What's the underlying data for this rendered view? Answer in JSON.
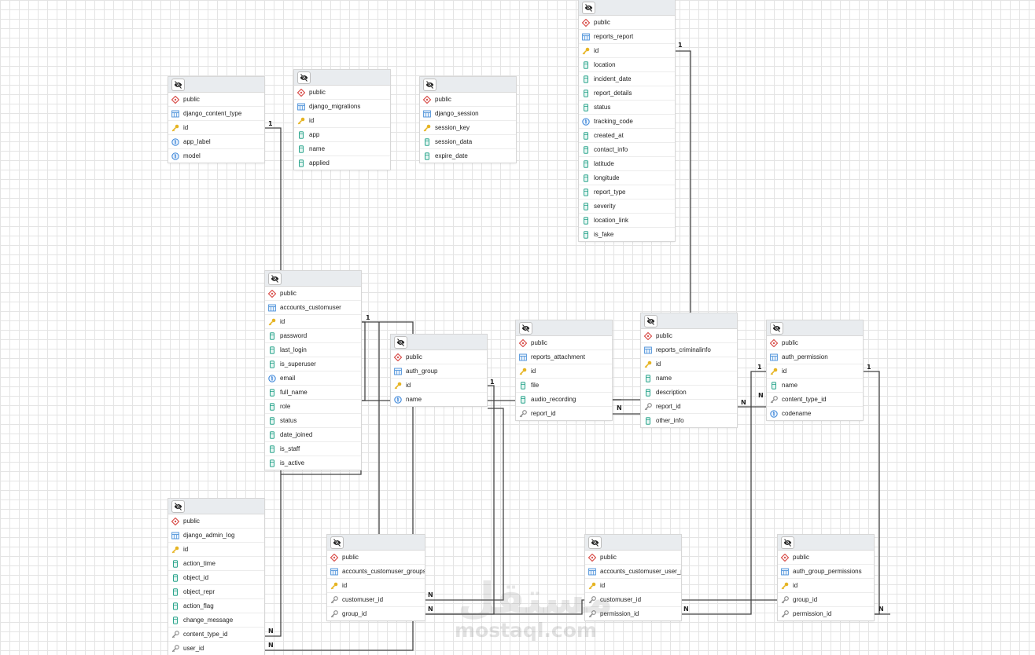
{
  "colors": {
    "grid": "#e4e4e4",
    "header": "#e9ecef",
    "line": "#444444",
    "schema_icon": "#d9534f",
    "table_icon": "#4a90d9",
    "key_icon": "#e6b422",
    "column_icon": "#2ca58d",
    "unique_icon": "#2a7bd5",
    "fk_icon": "#888888"
  },
  "watermark": {
    "arabic": "مستقل",
    "latin": "mostaql.com"
  },
  "tables": [
    {
      "schema": "public",
      "name": "django_content_type",
      "columns": [
        {
          "name": "id",
          "icon": "key-icon"
        },
        {
          "name": "app_label",
          "icon": "unique-icon"
        },
        {
          "name": "model",
          "icon": "unique-icon"
        }
      ]
    },
    {
      "schema": "public",
      "name": "django_migrations",
      "columns": [
        {
          "name": "id",
          "icon": "key-icon"
        },
        {
          "name": "app",
          "icon": "column-icon"
        },
        {
          "name": "name",
          "icon": "column-icon"
        },
        {
          "name": "applied",
          "icon": "column-icon"
        }
      ]
    },
    {
      "schema": "public",
      "name": "django_session",
      "columns": [
        {
          "name": "session_key",
          "icon": "key-icon"
        },
        {
          "name": "session_data",
          "icon": "column-icon"
        },
        {
          "name": "expire_date",
          "icon": "column-icon"
        }
      ]
    },
    {
      "schema": "public",
      "name": "reports_report",
      "columns": [
        {
          "name": "id",
          "icon": "key-icon"
        },
        {
          "name": "location",
          "icon": "column-icon"
        },
        {
          "name": "incident_date",
          "icon": "column-icon"
        },
        {
          "name": "report_details",
          "icon": "column-icon"
        },
        {
          "name": "status",
          "icon": "column-icon"
        },
        {
          "name": "tracking_code",
          "icon": "unique-icon"
        },
        {
          "name": "created_at",
          "icon": "column-icon"
        },
        {
          "name": "contact_info",
          "icon": "column-icon"
        },
        {
          "name": "latitude",
          "icon": "column-icon"
        },
        {
          "name": "longitude",
          "icon": "column-icon"
        },
        {
          "name": "report_type",
          "icon": "column-icon"
        },
        {
          "name": "severity",
          "icon": "column-icon"
        },
        {
          "name": "location_link",
          "icon": "column-icon"
        },
        {
          "name": "is_fake",
          "icon": "column-icon"
        }
      ]
    },
    {
      "schema": "public",
      "name": "accounts_customuser",
      "columns": [
        {
          "name": "id",
          "icon": "key-icon"
        },
        {
          "name": "password",
          "icon": "column-icon"
        },
        {
          "name": "last_login",
          "icon": "column-icon"
        },
        {
          "name": "is_superuser",
          "icon": "column-icon"
        },
        {
          "name": "email",
          "icon": "unique-icon"
        },
        {
          "name": "full_name",
          "icon": "column-icon"
        },
        {
          "name": "role",
          "icon": "column-icon"
        },
        {
          "name": "status",
          "icon": "column-icon"
        },
        {
          "name": "date_joined",
          "icon": "column-icon"
        },
        {
          "name": "is_staff",
          "icon": "column-icon"
        },
        {
          "name": "is_active",
          "icon": "column-icon"
        }
      ]
    },
    {
      "schema": "public",
      "name": "auth_group",
      "columns": [
        {
          "name": "id",
          "icon": "key-icon"
        },
        {
          "name": "name",
          "icon": "unique-icon"
        }
      ]
    },
    {
      "schema": "public",
      "name": "reports_attachment",
      "columns": [
        {
          "name": "id",
          "icon": "key-icon"
        },
        {
          "name": "file",
          "icon": "column-icon"
        },
        {
          "name": "audio_recording",
          "icon": "column-icon"
        },
        {
          "name": "report_id",
          "icon": "fk-icon"
        }
      ]
    },
    {
      "schema": "public",
      "name": "reports_criminalinfo",
      "columns": [
        {
          "name": "id",
          "icon": "key-icon"
        },
        {
          "name": "name",
          "icon": "column-icon"
        },
        {
          "name": "description",
          "icon": "column-icon"
        },
        {
          "name": "report_id",
          "icon": "fk-icon"
        },
        {
          "name": "other_info",
          "icon": "column-icon"
        }
      ]
    },
    {
      "schema": "public",
      "name": "auth_permission",
      "columns": [
        {
          "name": "id",
          "icon": "key-icon"
        },
        {
          "name": "name",
          "icon": "column-icon"
        },
        {
          "name": "content_type_id",
          "icon": "fk-icon"
        },
        {
          "name": "codename",
          "icon": "unique-icon"
        }
      ]
    },
    {
      "schema": "public",
      "name": "django_admin_log",
      "columns": [
        {
          "name": "id",
          "icon": "key-icon"
        },
        {
          "name": "action_time",
          "icon": "column-icon"
        },
        {
          "name": "object_id",
          "icon": "column-icon"
        },
        {
          "name": "object_repr",
          "icon": "column-icon"
        },
        {
          "name": "action_flag",
          "icon": "column-icon"
        },
        {
          "name": "change_message",
          "icon": "column-icon"
        },
        {
          "name": "content_type_id",
          "icon": "fk-icon"
        },
        {
          "name": "user_id",
          "icon": "fk-icon"
        }
      ]
    },
    {
      "schema": "public",
      "name": "accounts_customuser_groups",
      "columns": [
        {
          "name": "id",
          "icon": "key-icon"
        },
        {
          "name": "customuser_id",
          "icon": "fk-icon"
        },
        {
          "name": "group_id",
          "icon": "fk-icon"
        }
      ]
    },
    {
      "schema": "public",
      "name": "accounts_customuser_user_permissions",
      "columns": [
        {
          "name": "id",
          "icon": "key-icon"
        },
        {
          "name": "customuser_id",
          "icon": "fk-icon"
        },
        {
          "name": "permission_id",
          "icon": "fk-icon"
        }
      ]
    },
    {
      "schema": "public",
      "name": "auth_group_permissions",
      "columns": [
        {
          "name": "id",
          "icon": "key-icon"
        },
        {
          "name": "group_id",
          "icon": "fk-icon"
        },
        {
          "name": "permission_id",
          "icon": "fk-icon"
        }
      ]
    }
  ],
  "cardinality": {
    "one": "1",
    "many": "N"
  }
}
